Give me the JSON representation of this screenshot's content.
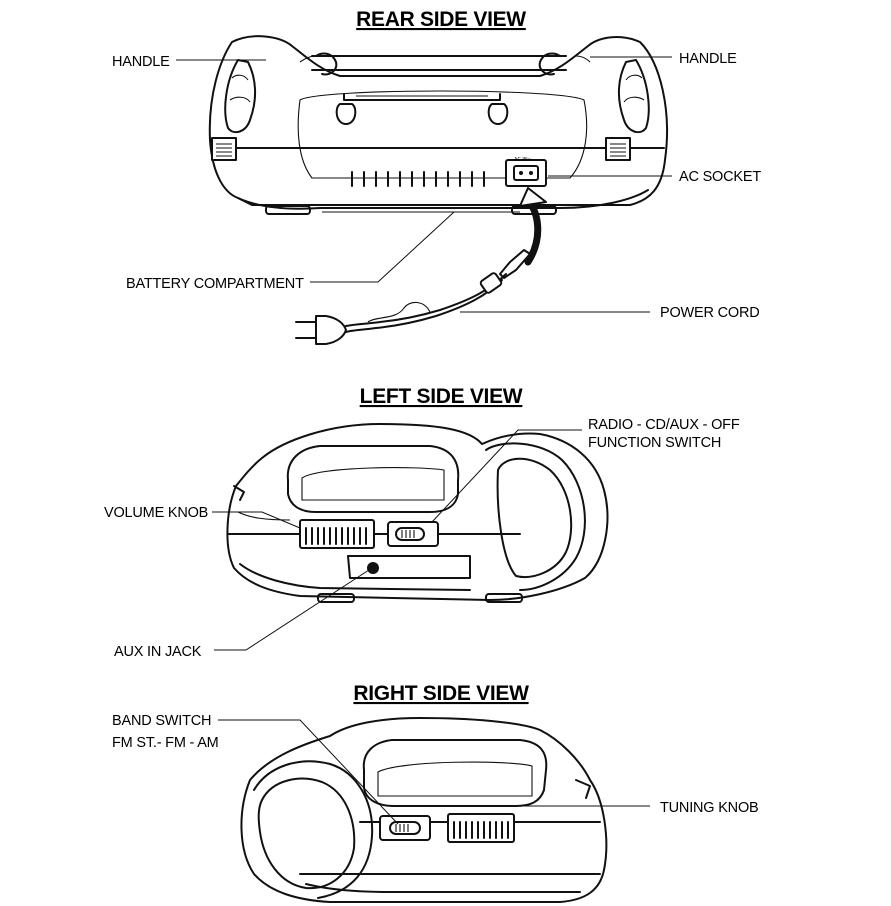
{
  "views": {
    "rear": {
      "title": "REAR SIDE VIEW",
      "labels": {
        "handle_left": "HANDLE",
        "handle_right": "HANDLE",
        "ac_socket": "AC SOCKET",
        "battery_compartment": "BATTERY COMPARTMENT",
        "power_cord": "POWER CORD",
        "ac_in_marking": "AC IN~"
      }
    },
    "left": {
      "title": "LEFT SIDE VIEW",
      "labels": {
        "function_switch_line1": "RADIO - CD/AUX - OFF",
        "function_switch_line2": "FUNCTION  SWITCH",
        "volume_knob": "VOLUME KNOB",
        "aux_in_jack": "AUX IN JACK"
      }
    },
    "right": {
      "title": "RIGHT SIDE VIEW",
      "labels": {
        "band_switch_line1": "BAND  SWITCH",
        "band_switch_line2": "FM ST.- FM - AM",
        "tuning_knob": "TUNING KNOB"
      }
    }
  }
}
